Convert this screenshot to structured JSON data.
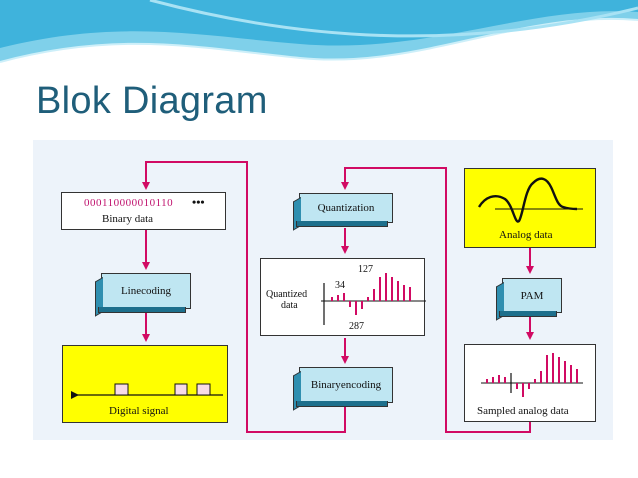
{
  "slide": {
    "title": "Blok Diagram"
  },
  "colors": {
    "title": "#1f5e7a",
    "wire": "#d10a63",
    "node_blue": "#bfe6f2",
    "node_dark": "#2f8fb0",
    "highlight": "#ffff00"
  },
  "diagram": {
    "binary_box": {
      "bits": "000110000010110",
      "ellipsis": "•••",
      "label": "Binary data"
    },
    "line_coding": {
      "label_line1": "Line",
      "label_line2": "coding"
    },
    "digital_signal": {
      "label": "Digital signal"
    },
    "quantization": {
      "label": "Quantization"
    },
    "quantized_box": {
      "label_line1": "Quantized",
      "label_line2": "data",
      "value_top": "127",
      "value_mid": "34",
      "value_bottom": "287"
    },
    "binary_encoding": {
      "label_line1": "Binary",
      "label_line2": "encoding"
    },
    "analog_box": {
      "label": "Analog data"
    },
    "pam": {
      "label": "PAM"
    },
    "sampled_box": {
      "label": "Sampled analog data"
    }
  }
}
